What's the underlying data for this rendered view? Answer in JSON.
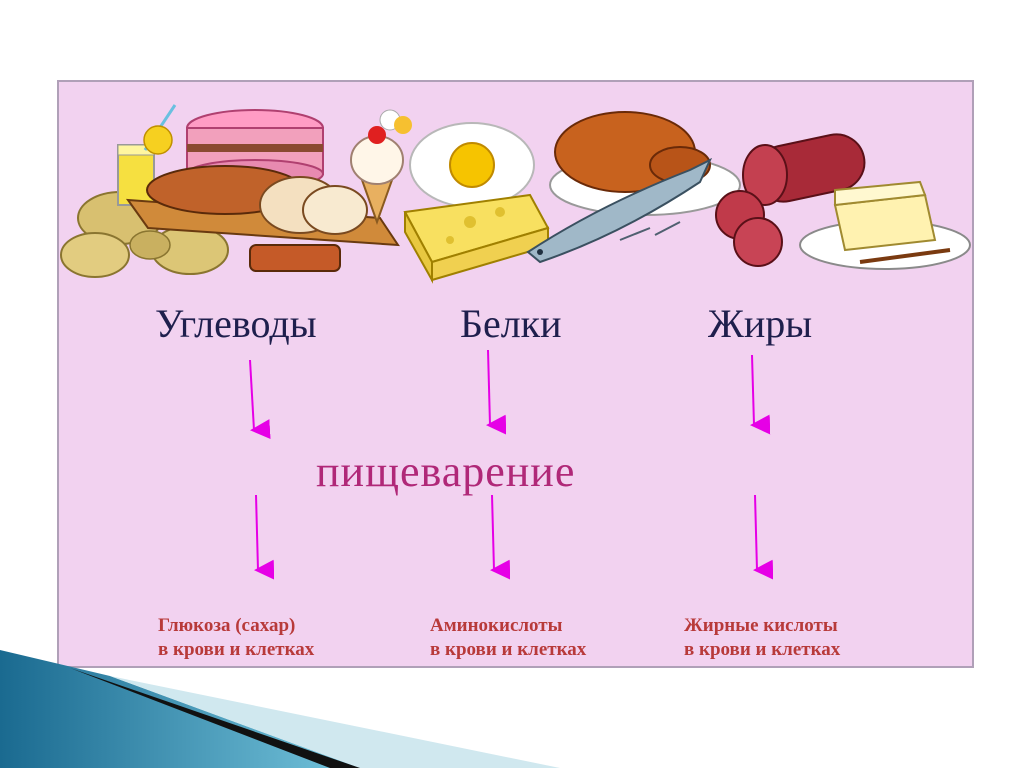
{
  "diagram": {
    "categories": [
      {
        "label": "Углеводы",
        "result_line1": "Глюкоза (сахар)",
        "result_line2": "в крови и клетках"
      },
      {
        "label": "Белки",
        "result_line1": "Аминокислоты",
        "result_line2": "в крови и клетках"
      },
      {
        "label": "Жиры",
        "result_line1": "Жирные кислоты",
        "result_line2": "в крови и клетках"
      }
    ],
    "process_label": "пищеварение"
  },
  "colors": {
    "panel_background": "#f2d2f0",
    "category_text": "#1f1f4d",
    "process_text": "#b02878",
    "result_text": "#b83a3a",
    "arrow": "#e600e6"
  },
  "illustrations": [
    "potatoes",
    "juice-glass",
    "layer-cake",
    "bread-loaf",
    "ice-cream",
    "fried-egg",
    "cheese",
    "roast-chicken",
    "fish",
    "salami",
    "butter"
  ]
}
